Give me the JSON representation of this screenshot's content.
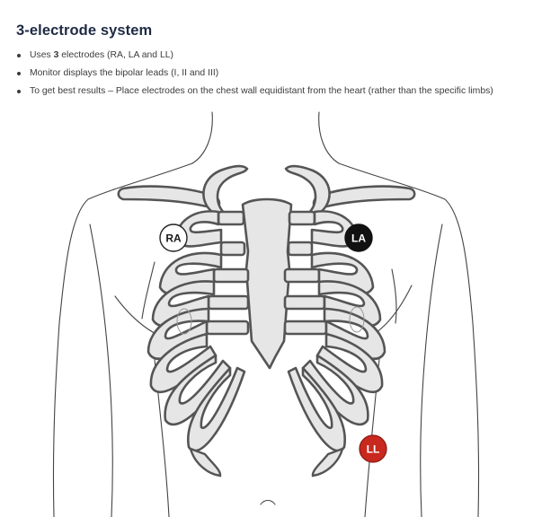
{
  "title": "3-electrode system",
  "bullets": [
    {
      "pre": "Uses ",
      "strong": "3",
      "post": " electrodes (RA, LA and LL)"
    },
    {
      "pre": "Monitor displays the bipolar leads (I, II and III)",
      "strong": "",
      "post": ""
    },
    {
      "pre": "To get best results – Place electrodes on the chest wall equidistant from the heart (rather than the specific limbs)",
      "strong": "",
      "post": ""
    }
  ],
  "electrodes": {
    "ra": {
      "label": "RA",
      "fill": "#ffffff",
      "text_color": "#1a1a1a"
    },
    "la": {
      "label": "LA",
      "fill": "#111111",
      "text_color": "#ffffff"
    },
    "ll": {
      "label": "LL",
      "fill": "#c8281e",
      "text_color": "#ffffff"
    }
  }
}
